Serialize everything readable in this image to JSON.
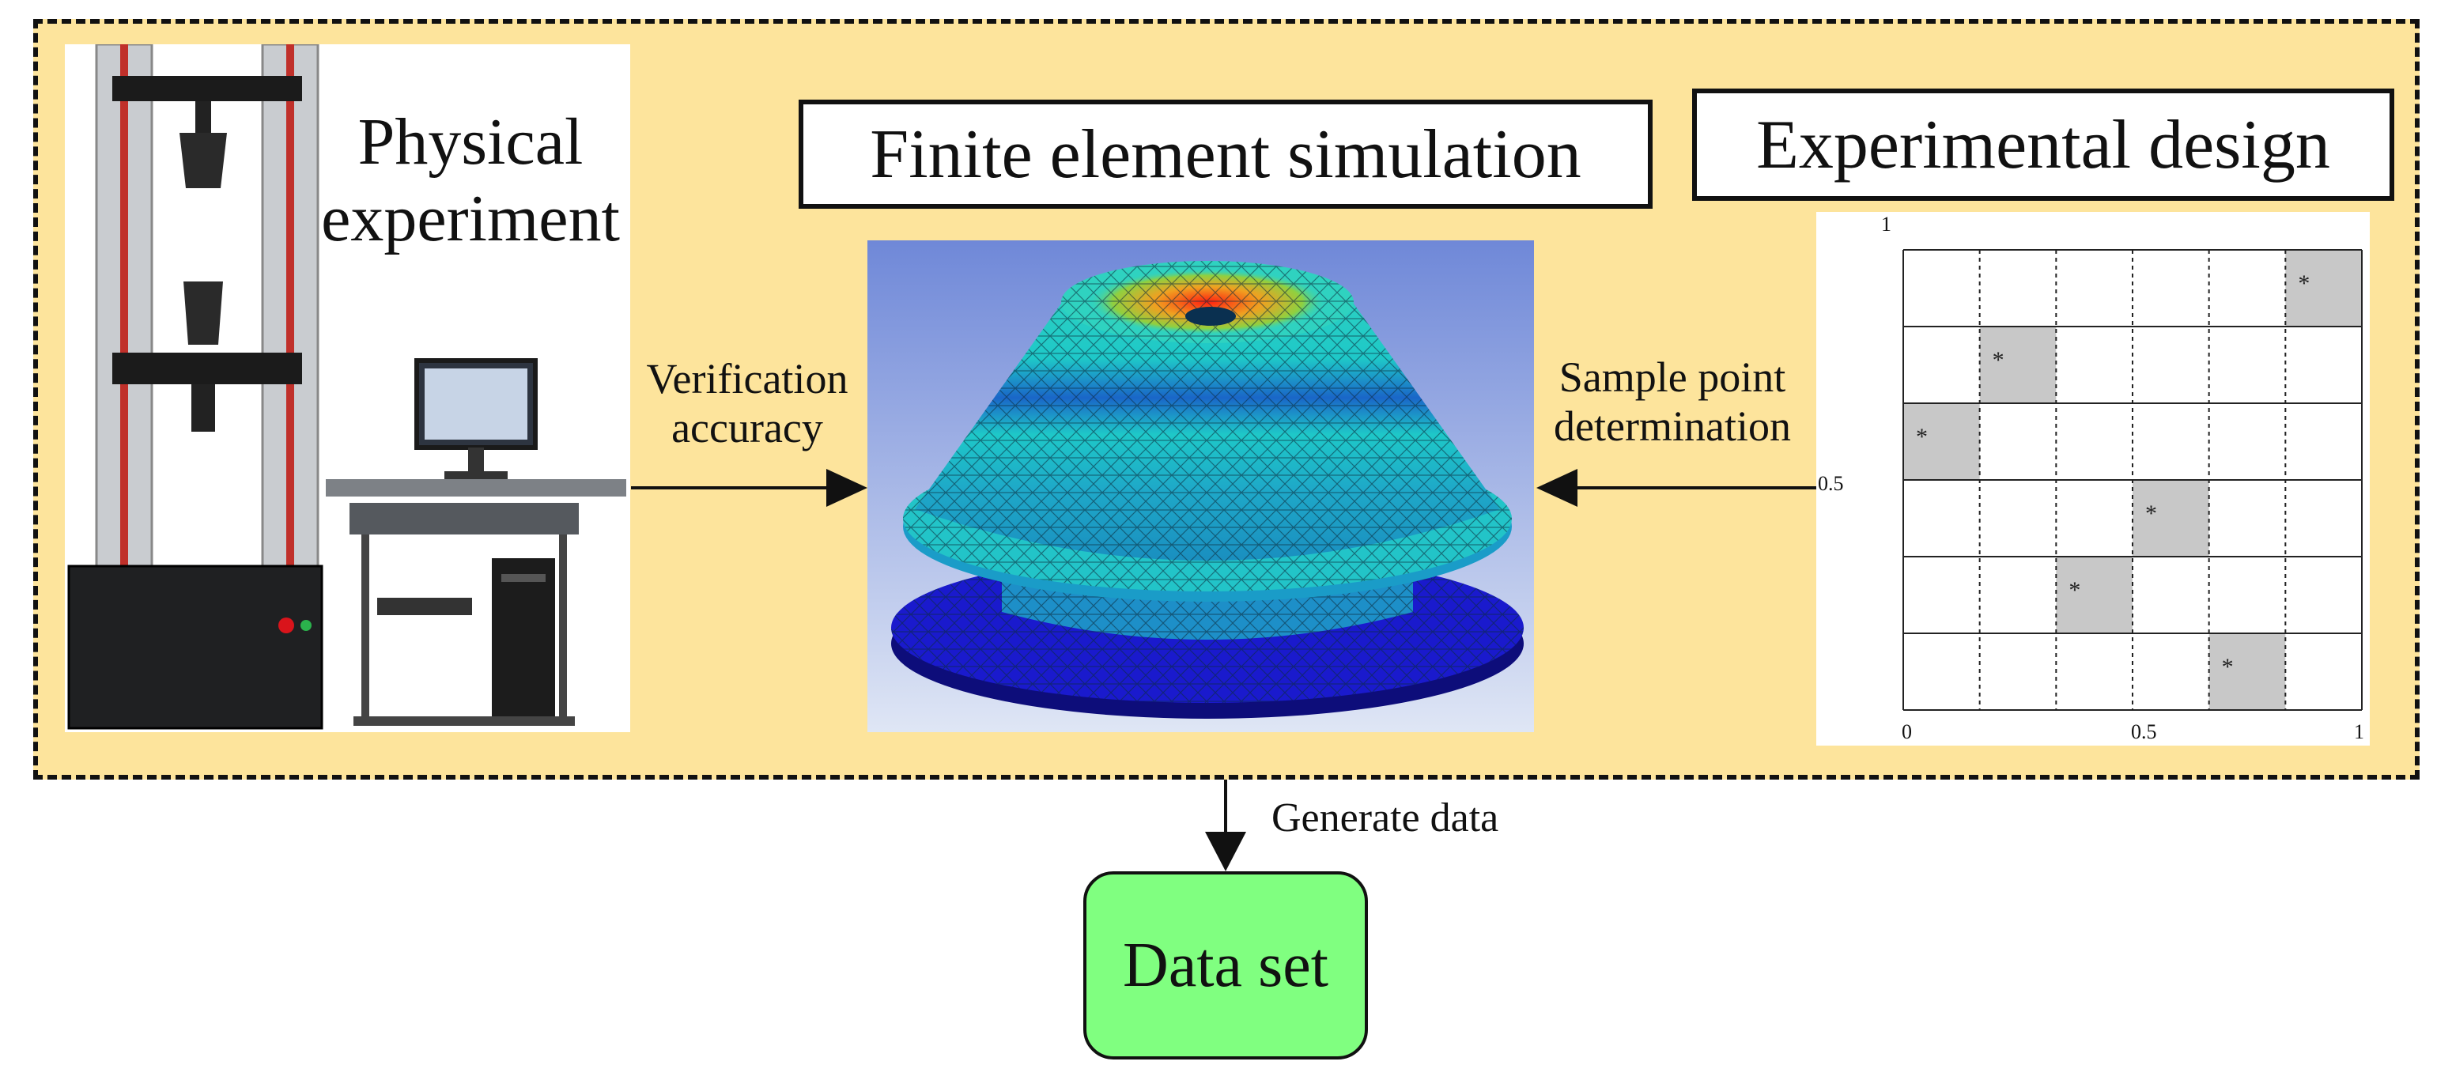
{
  "physical": {
    "title_line1": "Physical",
    "title_line2": "experiment"
  },
  "fem": {
    "title": "Finite element simulation"
  },
  "design": {
    "title": "Experimental design",
    "axis": {
      "y_top": "1",
      "y_mid": "0.5",
      "x_left": "0",
      "x_mid": "0.5",
      "x_right": "1"
    },
    "grid_cols": 6,
    "grid_rows": 6,
    "sample_cells": [
      {
        "col": 5,
        "row": 0
      },
      {
        "col": 1,
        "row": 1
      },
      {
        "col": 0,
        "row": 2
      },
      {
        "col": 3,
        "row": 3
      },
      {
        "col": 2,
        "row": 4
      },
      {
        "col": 4,
        "row": 5
      }
    ],
    "marker": "*"
  },
  "arrows": {
    "verify_line1": "Verification",
    "verify_line2": "accuracy",
    "sample_line1": "Sample point",
    "sample_line2": "determination",
    "generate": "Generate data"
  },
  "dataset": {
    "label": "Data set"
  },
  "colors": {
    "frame_bg": "#fde49c",
    "dataset_bg": "#80ff80",
    "cell_fill": "#c8c8c8",
    "mesh_teal": "#1ec8c8",
    "mesh_blue": "#1a1acd",
    "mesh_hot": "#e03010"
  }
}
